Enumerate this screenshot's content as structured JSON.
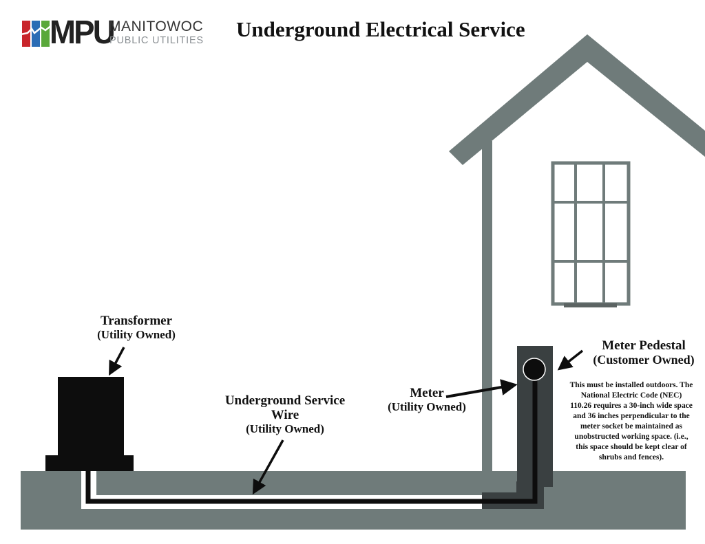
{
  "logo": {
    "acronym": "MPU",
    "name": "MANITOWOC",
    "subtitle": "PUBLIC UTILITIES",
    "bar_colors": [
      "#c8252b",
      "#2a6cb5",
      "#5aa83a"
    ]
  },
  "title": "Underground Electrical Service",
  "colors": {
    "structure_gray": "#6f7b7a",
    "ground_gray": "#6f7b7a",
    "pedestal_dark": "#3a4041",
    "equipment_black": "#0d0d0d",
    "conduit_white": "#ffffff"
  },
  "labels": {
    "transformer": {
      "name": "Transformer",
      "owner": "(Utility Owned)"
    },
    "service_wire": {
      "name_line1": "Underground Service",
      "name_line2": "Wire",
      "owner": "(Utility Owned)"
    },
    "meter": {
      "name": "Meter",
      "owner": "(Utility Owned)"
    },
    "meter_pedestal": {
      "name": "Meter Pedestal",
      "owner": "(Customer Owned)"
    }
  },
  "note": {
    "lines": [
      "This must be installed outdoors. The",
      "National Electric Code (NEC)",
      "110.26 requires a 30-inch wide space",
      "and 36 inches perpendicular to the",
      "meter socket be maintained as",
      "unobstructed working space.  (i.e.,",
      "this space should be kept clear of",
      "shrubs and fences)."
    ]
  },
  "icons": {
    "logo": "lightning-bars-icon",
    "arrows": "arrow-icon"
  }
}
